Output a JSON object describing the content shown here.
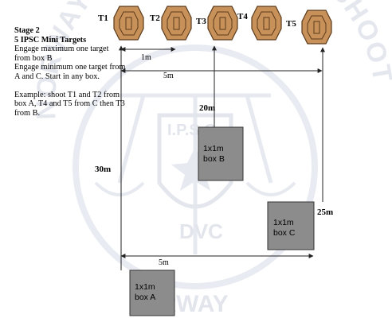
{
  "targets": [
    {
      "label": "T1"
    },
    {
      "label": "T2"
    },
    {
      "label": "T3"
    },
    {
      "label": "T4"
    },
    {
      "label": "T5"
    }
  ],
  "boxes": {
    "b": {
      "line1": "1x1m",
      "line2": "box B"
    },
    "c": {
      "line1": "1x1m",
      "line2": "box C"
    },
    "a": {
      "line1": "1x1m",
      "line2": "box A"
    }
  },
  "distances": {
    "t1_t2": "1m",
    "t1_t5": "5m",
    "box_b": "20m",
    "box_a": "30m",
    "box_c": "25m",
    "bottom": "5m"
  },
  "description": {
    "title": "Stage 2",
    "subtitle": "5 IPSC Mini Targets",
    "rule1": "Engage maximum one target from box B",
    "rule2": "Engage minimum one target from A and C. Start in any box.",
    "example": "Example: shoot T1 and T2 from box A, T4 and T5 from C then T3 from B."
  },
  "watermark": {
    "top": "NORWAY IPSC PRACTICAL SHOOTING INSTITUTE",
    "center": "I.P.S.C.",
    "monogram": "DVC",
    "bottom": "RWAY"
  },
  "colors": {
    "target_fill": "#c8915a",
    "target_edge": "#5a3a1a",
    "box_fill": "#8c8c8c",
    "line": "#222222",
    "watermark": "#e4e7ee"
  }
}
